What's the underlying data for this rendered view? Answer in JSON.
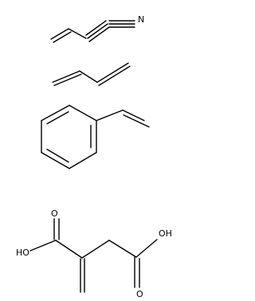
{
  "molecules": {
    "acrylonitrile": {
      "nitrogen_label": "N"
    },
    "butadiene": {},
    "styrene": {},
    "itaconic_acid": {
      "left_acid_label": "HO",
      "top_carbonyl_label": "O",
      "right_acid_label": "OH",
      "bottom_carbonyl_label": "O"
    }
  }
}
